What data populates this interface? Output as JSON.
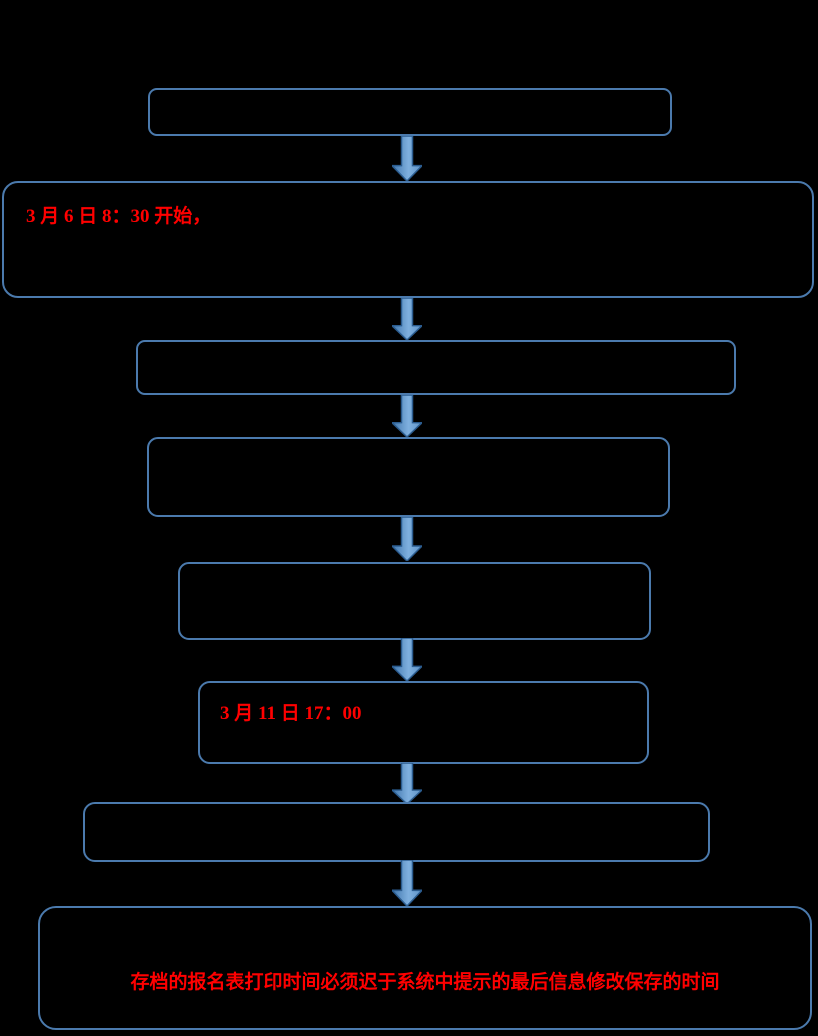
{
  "canvas": {
    "background_color": "#000000",
    "description": "vertical flowchart of 8 rounded boxes linked by downward block arrows"
  },
  "palette": {
    "box_border": "#4B7AAD",
    "arrow_fill_dark": "#3E74AB",
    "arrow_fill_light": "#7FB0DF",
    "arrow_outline": "#2B5C8F",
    "highlight_text": "#FF0000"
  },
  "flowchart": {
    "arrow_count": 7,
    "arrow_direction": "down",
    "steps": [
      {
        "name": "step-1",
        "visible_text": ""
      },
      {
        "name": "step-2",
        "visible_text": "3 月 6 日 8：30 开始，"
      },
      {
        "name": "step-3",
        "visible_text": ""
      },
      {
        "name": "step-4",
        "visible_text": ""
      },
      {
        "name": "step-5",
        "visible_text": ""
      },
      {
        "name": "step-6",
        "visible_text": "3 月 11 日 17：00"
      },
      {
        "name": "step-7",
        "visible_text": ""
      },
      {
        "name": "step-8",
        "visible_text": "存档的报名表打印时间必须迟于系统中提示的最后信息修改保存的时间"
      }
    ]
  }
}
